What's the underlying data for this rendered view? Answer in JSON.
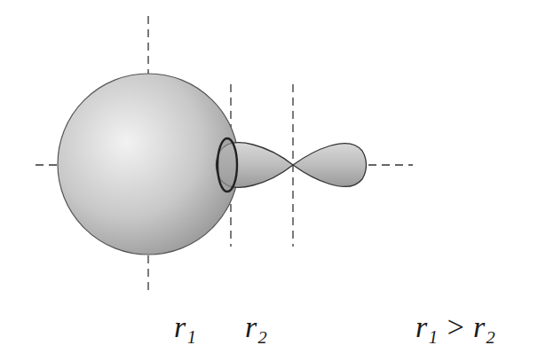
{
  "diagram": {
    "labels": [
      "r₁",
      "r₂",
      "r₁ > r₂"
    ]
  }
}
